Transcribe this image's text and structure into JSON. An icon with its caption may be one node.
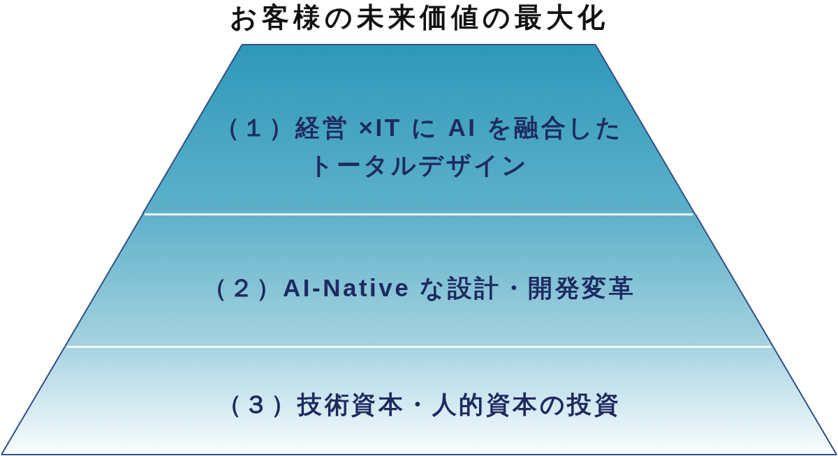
{
  "diagram": {
    "title": "お客様の未来価値の最大化",
    "nodes": [
      {
        "text": [
          "（１）経営 ×IT に AI を融合したトータルデザイン"
        ]
      },
      {
        "text": [
          "（２）AI-Native な設計・開発変革"
        ]
      },
      {
        "text": [
          "（３）技術資本・人的資本の投資"
        ]
      }
    ]
  }
}
